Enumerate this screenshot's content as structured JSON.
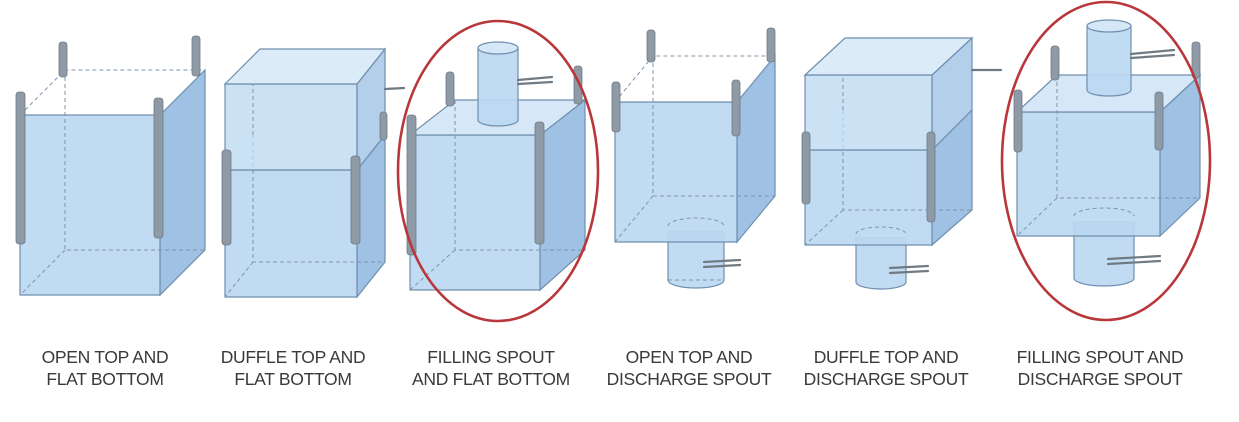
{
  "colors": {
    "bag_fill": "#bcd8f1",
    "bag_side": "#9fc1e4",
    "bag_top": "#d6e8f7",
    "bag_edge": "#6f8fae",
    "dash": "#7d95ad",
    "loop": "#8e9aa5",
    "highlight_ring": "#b9373b",
    "label_text": "#3a3a3a"
  },
  "bags": [
    {
      "id": "open-top-flat-bottom",
      "label_lines": [
        "OPEN TOP AND",
        "FLAT BOTTOM"
      ],
      "highlighted": false
    },
    {
      "id": "duffle-top-flat-bottom",
      "label_lines": [
        "DUFFLE TOP AND",
        "FLAT BOTTOM"
      ],
      "highlighted": false
    },
    {
      "id": "filling-spout-flat-bottom",
      "label_lines": [
        "FILLING SPOUT",
        "AND FLAT BOTTOM"
      ],
      "highlighted": true
    },
    {
      "id": "open-top-discharge-spout",
      "label_lines": [
        "OPEN TOP AND",
        "DISCHARGE SPOUT"
      ],
      "highlighted": false
    },
    {
      "id": "duffle-top-discharge-spout",
      "label_lines": [
        "DUFFLE TOP AND",
        "DISCHARGE SPOUT"
      ],
      "highlighted": false
    },
    {
      "id": "filling-spout-discharge-spout",
      "label_lines": [
        "FILLING SPOUT AND",
        "DISCHARGE SPOUT"
      ],
      "highlighted": true
    }
  ]
}
